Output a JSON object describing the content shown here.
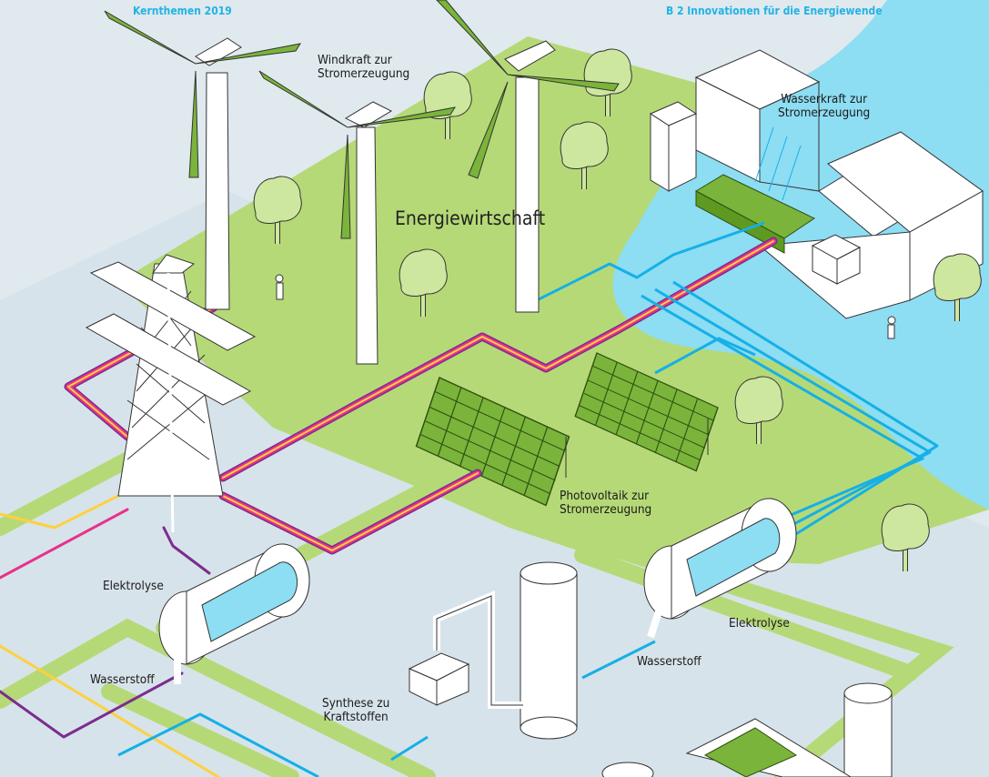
{
  "header": {
    "left": "Kernthemen 2019",
    "right": "B 2   Innovationen für die Energiewende"
  },
  "labels": {
    "wind": "Windkraft zur\nStromerzeugung",
    "hydro": "Wasserkraft zur\nStromerzeugung",
    "energy": "Energiewirtschaft",
    "pv": "Photovoltaik zur\nStromerzeugung",
    "electrolysis_left": "Elektrolyse",
    "electrolysis_right": "Elektrolyse",
    "hydrogen_left": "Wasserstoff",
    "hydrogen_right": "Wasserstoff",
    "synthesis": "Synthese zu\nKraftstoffen"
  },
  "colors": {
    "background": "#dfe9ee",
    "land": "#b6d977",
    "grass_light": "#cde79f",
    "panel": "#7ab43a",
    "water": "#8dddf3",
    "line_blue": "#15b0e6",
    "line_magenta": "#e8318c",
    "line_yellow": "#fcd13f",
    "line_purple": "#7b2d8e",
    "header": "#22b3e6"
  }
}
